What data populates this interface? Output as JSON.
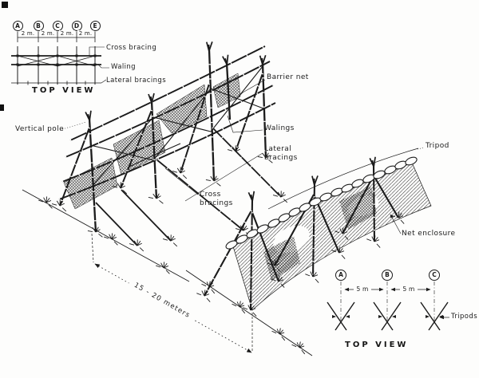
{
  "figure": {
    "background": "#fdfdfc",
    "ink": "#1b1b1b",
    "description": "Hand-drawn technical diagram of a bamboo barrier net structure with tripods and net enclosure on a slope"
  },
  "plan_view_left": {
    "caption": "TOP VIEW",
    "stations": [
      "A",
      "B",
      "C",
      "D",
      "E"
    ],
    "spacings": [
      "2 m.",
      "2 m.",
      "2 m.",
      "2 m."
    ],
    "labels": {
      "cross_bracing": "Cross bracing",
      "waling": "Waling",
      "lateral_bracings": "Lateral bracings"
    }
  },
  "main_drawing": {
    "labels": {
      "vertical_pole": "Vertical pole",
      "barrier_net": "Barrier net",
      "walings": "Walings",
      "lateral_bracings": "Lateral\nbracings",
      "cross_bracings": "Cross\nbracings",
      "tripod": "Tripod",
      "net_enclosure": "Net enclosure",
      "span_dimension": "15 - 20 meters"
    }
  },
  "plan_view_right": {
    "caption": "TOP VIEW",
    "stations": [
      "A",
      "B",
      "C"
    ],
    "spacings": [
      "5 m",
      "5 m"
    ],
    "labels": {
      "tripods": "Tripods"
    }
  }
}
